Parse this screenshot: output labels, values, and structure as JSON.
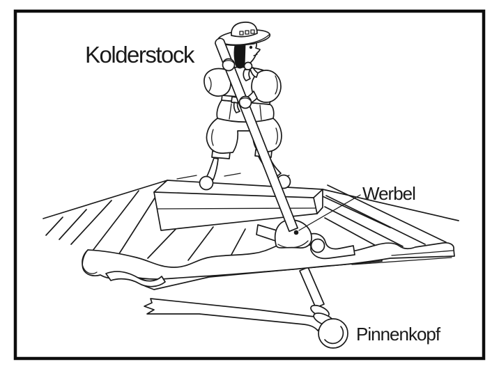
{
  "illustration": {
    "alt": "Black-and-white line drawing: a helmsman in period dress stands on a low platform on a plank deck, steering with a long whipstaff that pivots in a swivel at the deck edge and connects below deck to the ball-shaped tiller head",
    "background_color": "#ffffff",
    "ink_color": "#1a1a1a",
    "frame_color": "#0d0d0d",
    "labels": {
      "kolderstock": "Kolderstock",
      "werbel": "Werbel",
      "pinnenkopf": "Pinnenkopf"
    }
  }
}
